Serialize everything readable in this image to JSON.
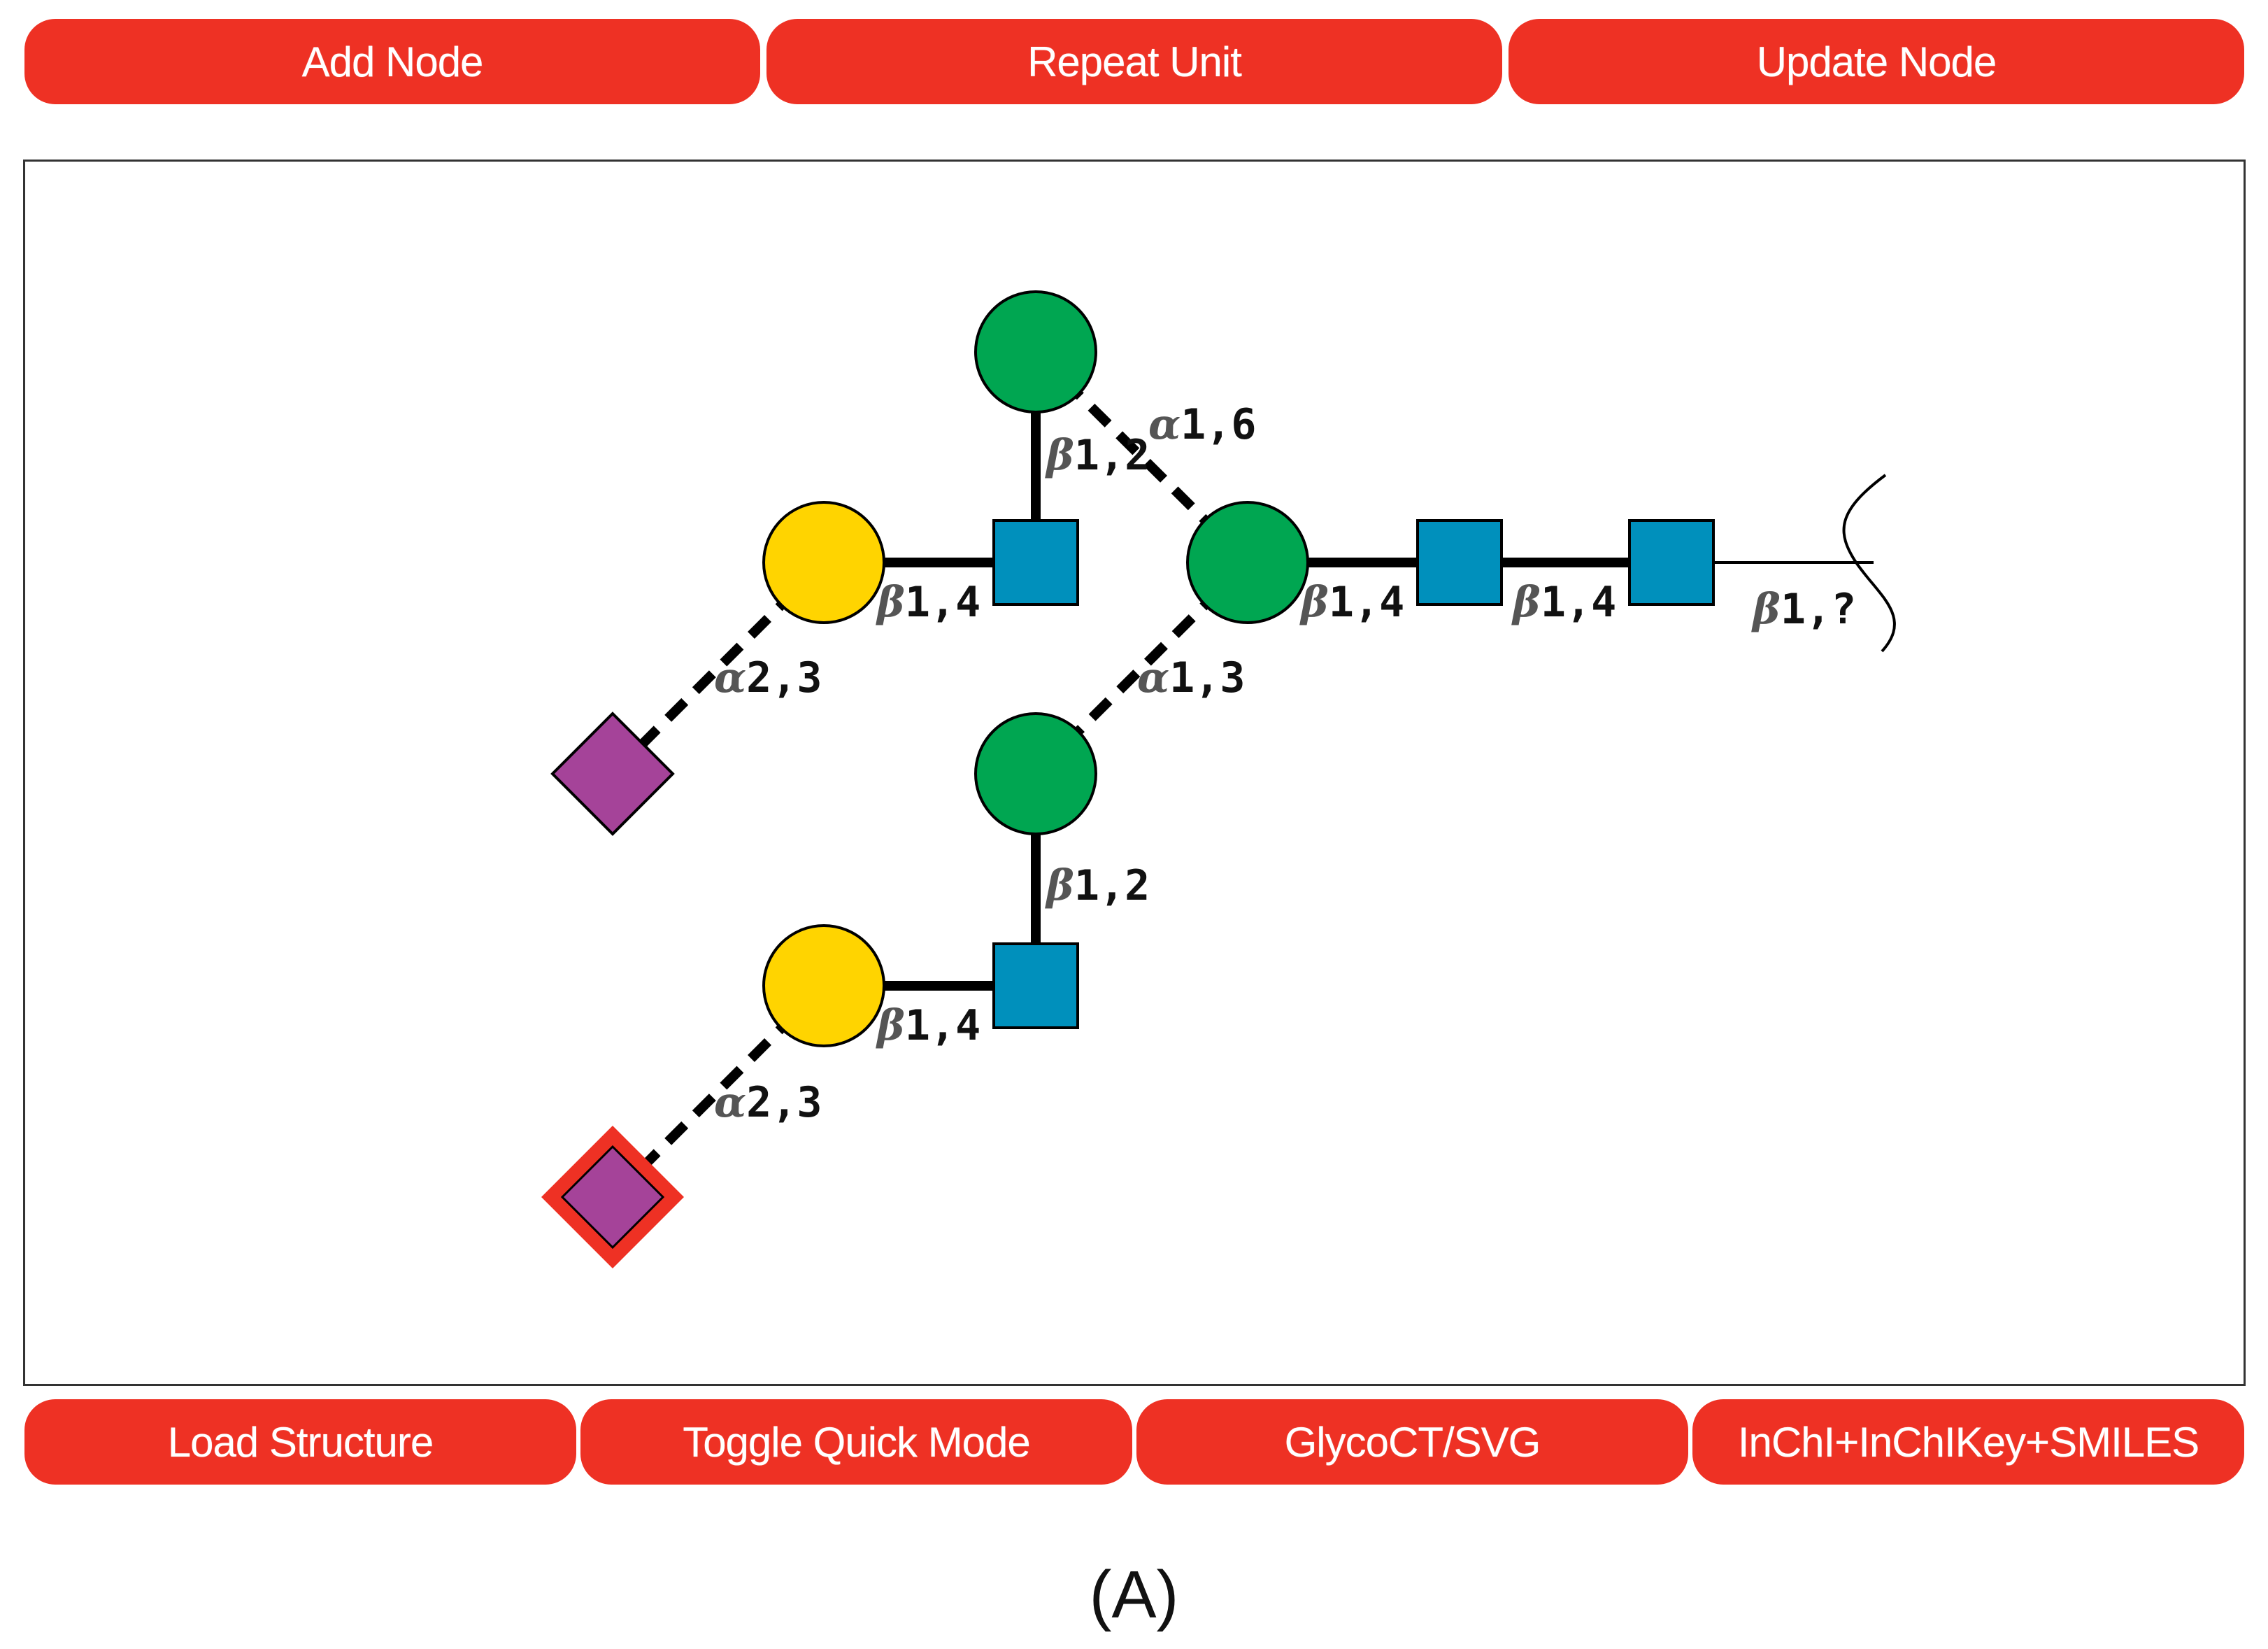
{
  "toolbar_top": {
    "add_node": "Add Node",
    "repeat_unit": "Repeat Unit",
    "update_node": "Update Node"
  },
  "toolbar_bottom": {
    "load_structure": "Load Structure",
    "toggle_quick_mode": "Toggle Quick Mode",
    "glycoct_svg": "GlycoCT/SVG",
    "inchi": "InChI+InChIKey+SMILES"
  },
  "glycan": {
    "links": {
      "top_gal_glcnac": {
        "greek": "β",
        "rest": "1,4"
      },
      "top_sia_gal": {
        "greek": "α",
        "rest": "2,3"
      },
      "top_glcnac_man": {
        "greek": "β",
        "rest": "1,2"
      },
      "upper_man_core": {
        "greek": "α",
        "rest": "1,6"
      },
      "core_man_glcnac": {
        "greek": "β",
        "rest": "1,4"
      },
      "glcnac_glcnac": {
        "greek": "β",
        "rest": "1,4"
      },
      "reducing_end": {
        "greek": "β",
        "rest": "1,?"
      },
      "lower_man_core": {
        "greek": "α",
        "rest": "1,3"
      },
      "bottom_glcnac_man": {
        "greek": "β",
        "rest": "1,2"
      },
      "bottom_gal_glcnac": {
        "greek": "β",
        "rest": "1,4"
      },
      "bottom_sia_gal": {
        "greek": "α",
        "rest": "2,3"
      }
    },
    "colors": {
      "mannose": "#00a651",
      "galactose": "#ffd400",
      "glcnac": "#0090bc",
      "sialic": "#a54399",
      "selection": "#ee3124"
    }
  },
  "caption": "(A)"
}
